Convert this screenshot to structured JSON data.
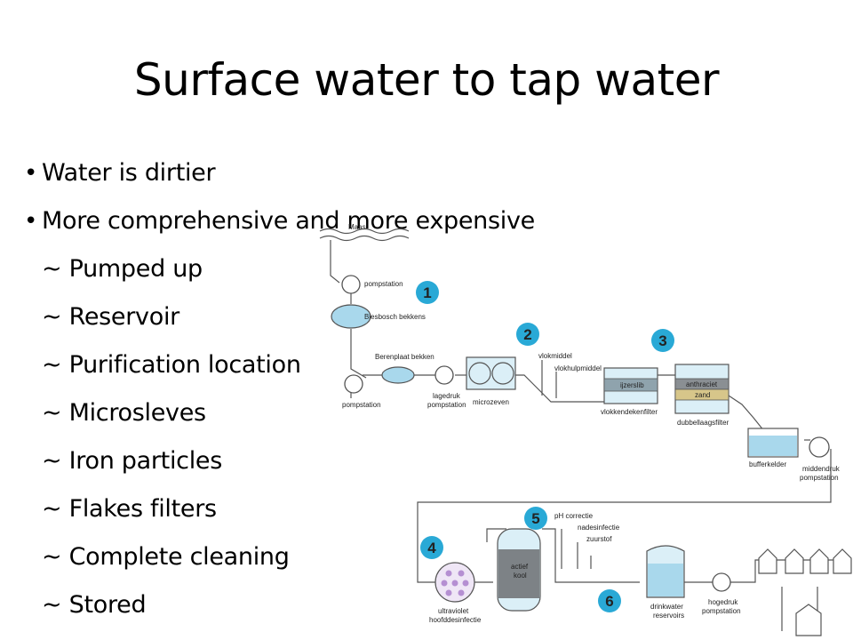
{
  "slide": {
    "title": "Surface water to tap water",
    "bullets": [
      {
        "text": "Water is dirtier",
        "level": 1
      },
      {
        "text": "More comprehensive and more expensive",
        "level": 1
      },
      {
        "text": "~ Pumped up",
        "level": 2
      },
      {
        "text": "~ Reservoir",
        "level": 2
      },
      {
        "text": "~ Purification location",
        "level": 2
      },
      {
        "text": "~ Microsleves",
        "level": 2
      },
      {
        "text": "~ Iron particles",
        "level": 2
      },
      {
        "text": "~ Flakes filters",
        "level": 2
      },
      {
        "text": "~ Complete cleaning",
        "level": 2
      },
      {
        "text": "~ Stored",
        "level": 2
      }
    ]
  },
  "diagram": {
    "step_badge_color": "#29a9d6",
    "water_fill_color": "#a9d8ec",
    "steps": [
      "1",
      "2",
      "3",
      "4",
      "5",
      "6"
    ],
    "labels": {
      "maas": "Maas",
      "pompstation_top": "pompstation",
      "biesbosch": "Biesbosch bekkens",
      "berenplaat": "Berenplaat bekken",
      "pompstation_left": "pompstation",
      "lagedruk": "lagedruk",
      "lagedruk2": "pompstation",
      "microzeven": "microzeven",
      "vlokmiddel": "vlokmiddel",
      "vlokhulpmiddel": "vlokhulpmiddel",
      "ijzerslib": "ijzerslib",
      "vlokkendekenfilter": "vlokkendekenfilter",
      "anthraciet": "anthraciet",
      "zand": "zand",
      "dubbellaagsfilter": "dubbellaagsfilter",
      "bufferkelder": "bufferkelder",
      "middendruk": "middendruk",
      "middendruk2": "pompstation",
      "ph": "pH correctie",
      "nadesinfectie": "nadesinfectie",
      "zuurstof": "zuurstof",
      "actief": "actief",
      "kool": "kool",
      "uv1": "ultraviolet",
      "uv2": "hoofddesinfectie",
      "drinkwater1": "drinkwater",
      "drinkwater2": "reservoirs",
      "hogedruk1": "hogedruk",
      "hogedruk2": "pompstation"
    }
  }
}
